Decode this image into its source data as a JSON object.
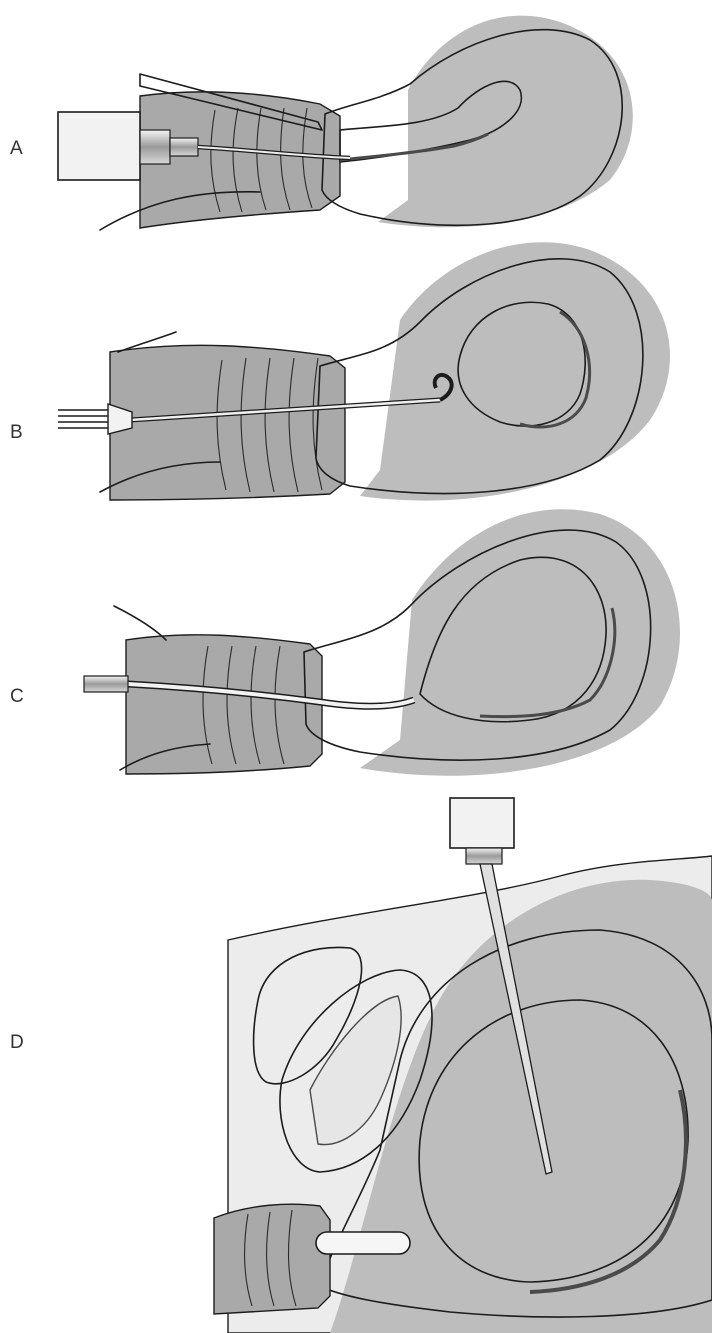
{
  "panels": [
    {
      "id": "A",
      "label": "A"
    },
    {
      "id": "B",
      "label": "B"
    },
    {
      "id": "C",
      "label": "C"
    },
    {
      "id": "D",
      "label": "D"
    }
  ],
  "colors": {
    "background": "#ffffff",
    "shadow": "#bdbdbd",
    "uterine_wall": "#a9a9a9",
    "cavity": "#dedede",
    "cavity_highlight": "#f0f0f0",
    "endometrium": "#4a4a4a",
    "instrument": "#e8e8e8",
    "abdomen_shade": "#ececec",
    "outline": "#1c1c1c"
  }
}
